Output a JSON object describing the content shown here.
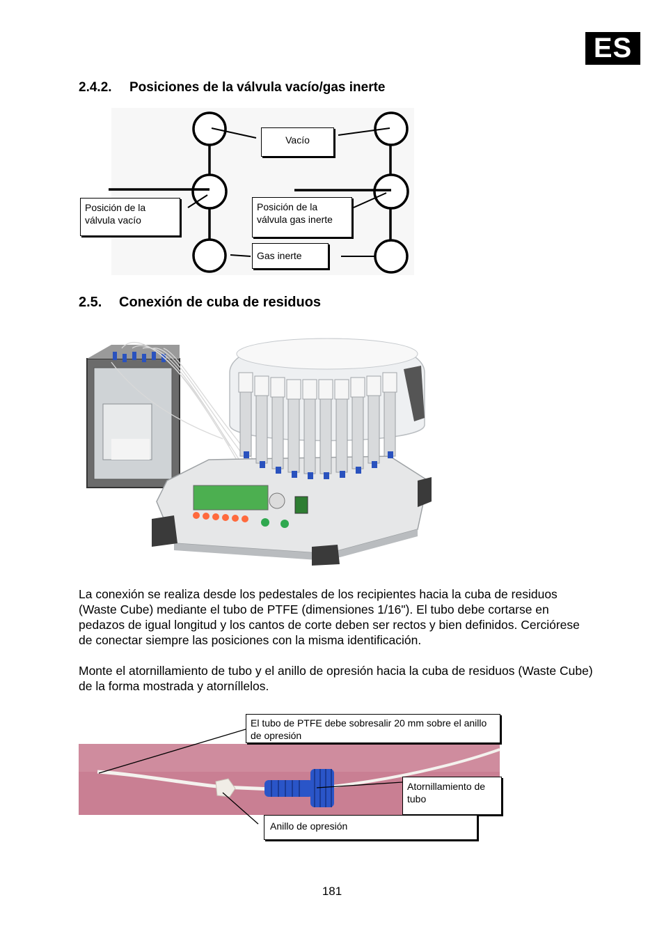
{
  "language_badge": "ES",
  "section_1": {
    "number": "2.4.2.",
    "title": "Posiciones de la válvula vacío/gas inerte"
  },
  "valve_diagram": {
    "labels": {
      "vacuum": "Vacío",
      "vacuum_valve_position": "Posición de la válvula vacío",
      "inert_gas_valve_position": "Posición de la válvula gas inerte",
      "inert_gas": "Gas inerte"
    }
  },
  "section_2": {
    "number": "2.5.",
    "title": "Conexión de cuba de residuos"
  },
  "paragraphs": [
    "La conexión se realiza desde los pedestales de los recipientes hacia la cuba de residuos (Waste Cube) mediante el tubo de PTFE (dimensiones 1/16\"). El tubo debe cortarse en pedazos de igual longitud y los cantos de corte deben ser rectos y bien definidos. Cerciórese de conectar siempre las posiciones con la misma identificación.",
    "Monte el atornillamiento de tubo y el anillo de opresión hacia la cuba de residuos (Waste Cube) de la forma mostrada y atorníllelos."
  ],
  "tube_photo": {
    "labels": {
      "ptfe_note": "El tubo de PTFE debe sobresalir 20 mm sobre el anillo de opresión",
      "tube_fitting": "Atornillamiento de tubo",
      "ferrule": "Anillo de opresión"
    }
  },
  "page_number": "181"
}
